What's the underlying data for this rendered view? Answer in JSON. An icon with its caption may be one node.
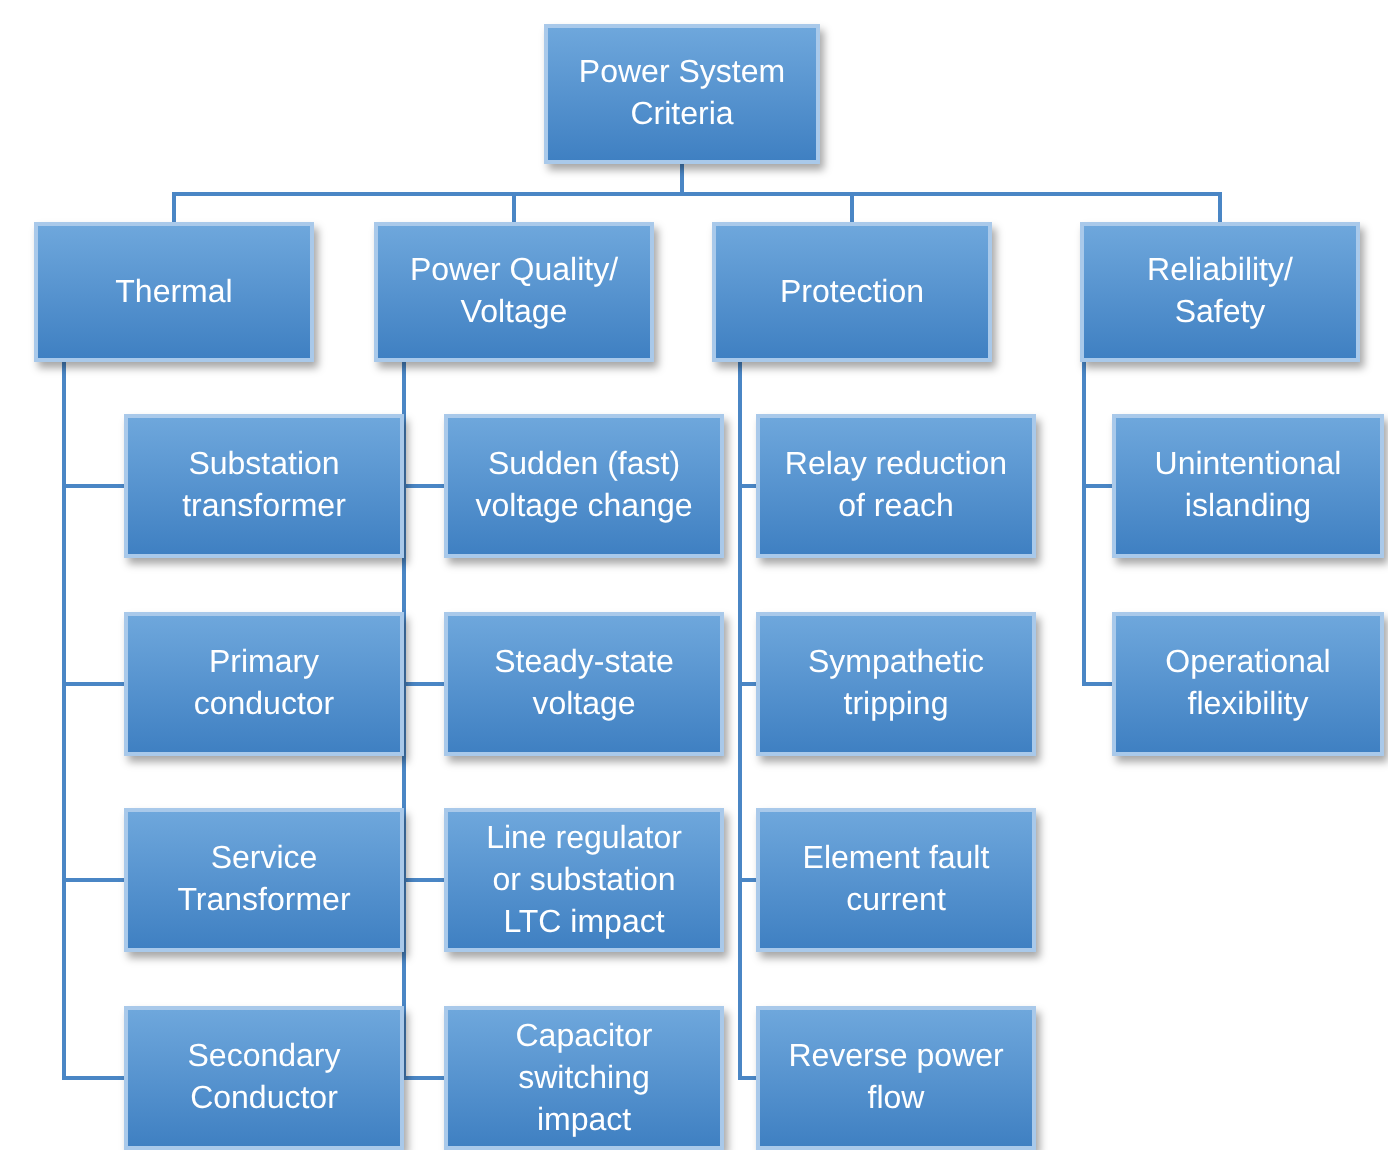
{
  "diagram": {
    "nodes": [
      {
        "text": [
          "Power System Criteria"
        ]
      },
      {
        "text": [
          "Thermal"
        ]
      },
      {
        "text": [
          "Substation transformer"
        ]
      },
      {
        "text": [
          "Primary conductor"
        ]
      },
      {
        "text": [
          "Service Transformer"
        ]
      },
      {
        "text": [
          "Secondary Conductor"
        ]
      },
      {
        "text": [
          "Power Quality/ Voltage"
        ]
      },
      {
        "text": [
          "Sudden (fast) voltage change"
        ]
      },
      {
        "text": [
          "Steady-state voltage"
        ]
      },
      {
        "text": [
          "Line regulator or substation LTC impact"
        ]
      },
      {
        "text": [
          "Capacitor switching impact"
        ]
      },
      {
        "text": [
          "Protection"
        ]
      },
      {
        "text": [
          "Relay reduction of reach"
        ]
      },
      {
        "text": [
          "Sympathetic tripping"
        ]
      },
      {
        "text": [
          "Element fault current"
        ]
      },
      {
        "text": [
          "Reverse power flow"
        ]
      },
      {
        "text": [
          "Reliability/ Safety"
        ]
      },
      {
        "text": [
          "Unintentional islanding"
        ]
      },
      {
        "text": [
          "Operational flexibility"
        ]
      }
    ],
    "edges": [
      {
        "from": 0,
        "to": 1,
        "arrow": "none"
      },
      {
        "from": 0,
        "to": 6,
        "arrow": "none"
      },
      {
        "from": 0,
        "to": 11,
        "arrow": "none"
      },
      {
        "from": 0,
        "to": 16,
        "arrow": "none"
      },
      {
        "from": 1,
        "to": 2,
        "arrow": "none"
      },
      {
        "from": 1,
        "to": 3,
        "arrow": "none"
      },
      {
        "from": 1,
        "to": 4,
        "arrow": "none"
      },
      {
        "from": 1,
        "to": 5,
        "arrow": "none"
      },
      {
        "from": 6,
        "to": 7,
        "arrow": "none"
      },
      {
        "from": 6,
        "to": 8,
        "arrow": "none"
      },
      {
        "from": 6,
        "to": 9,
        "arrow": "none"
      },
      {
        "from": 6,
        "to": 10,
        "arrow": "none"
      },
      {
        "from": 11,
        "to": 12,
        "arrow": "none"
      },
      {
        "from": 11,
        "to": 13,
        "arrow": "none"
      },
      {
        "from": 11,
        "to": 14,
        "arrow": "none"
      },
      {
        "from": 11,
        "to": 15,
        "arrow": "none"
      },
      {
        "from": 16,
        "to": 17,
        "arrow": "none"
      },
      {
        "from": 16,
        "to": 18,
        "arrow": "none"
      }
    ]
  }
}
